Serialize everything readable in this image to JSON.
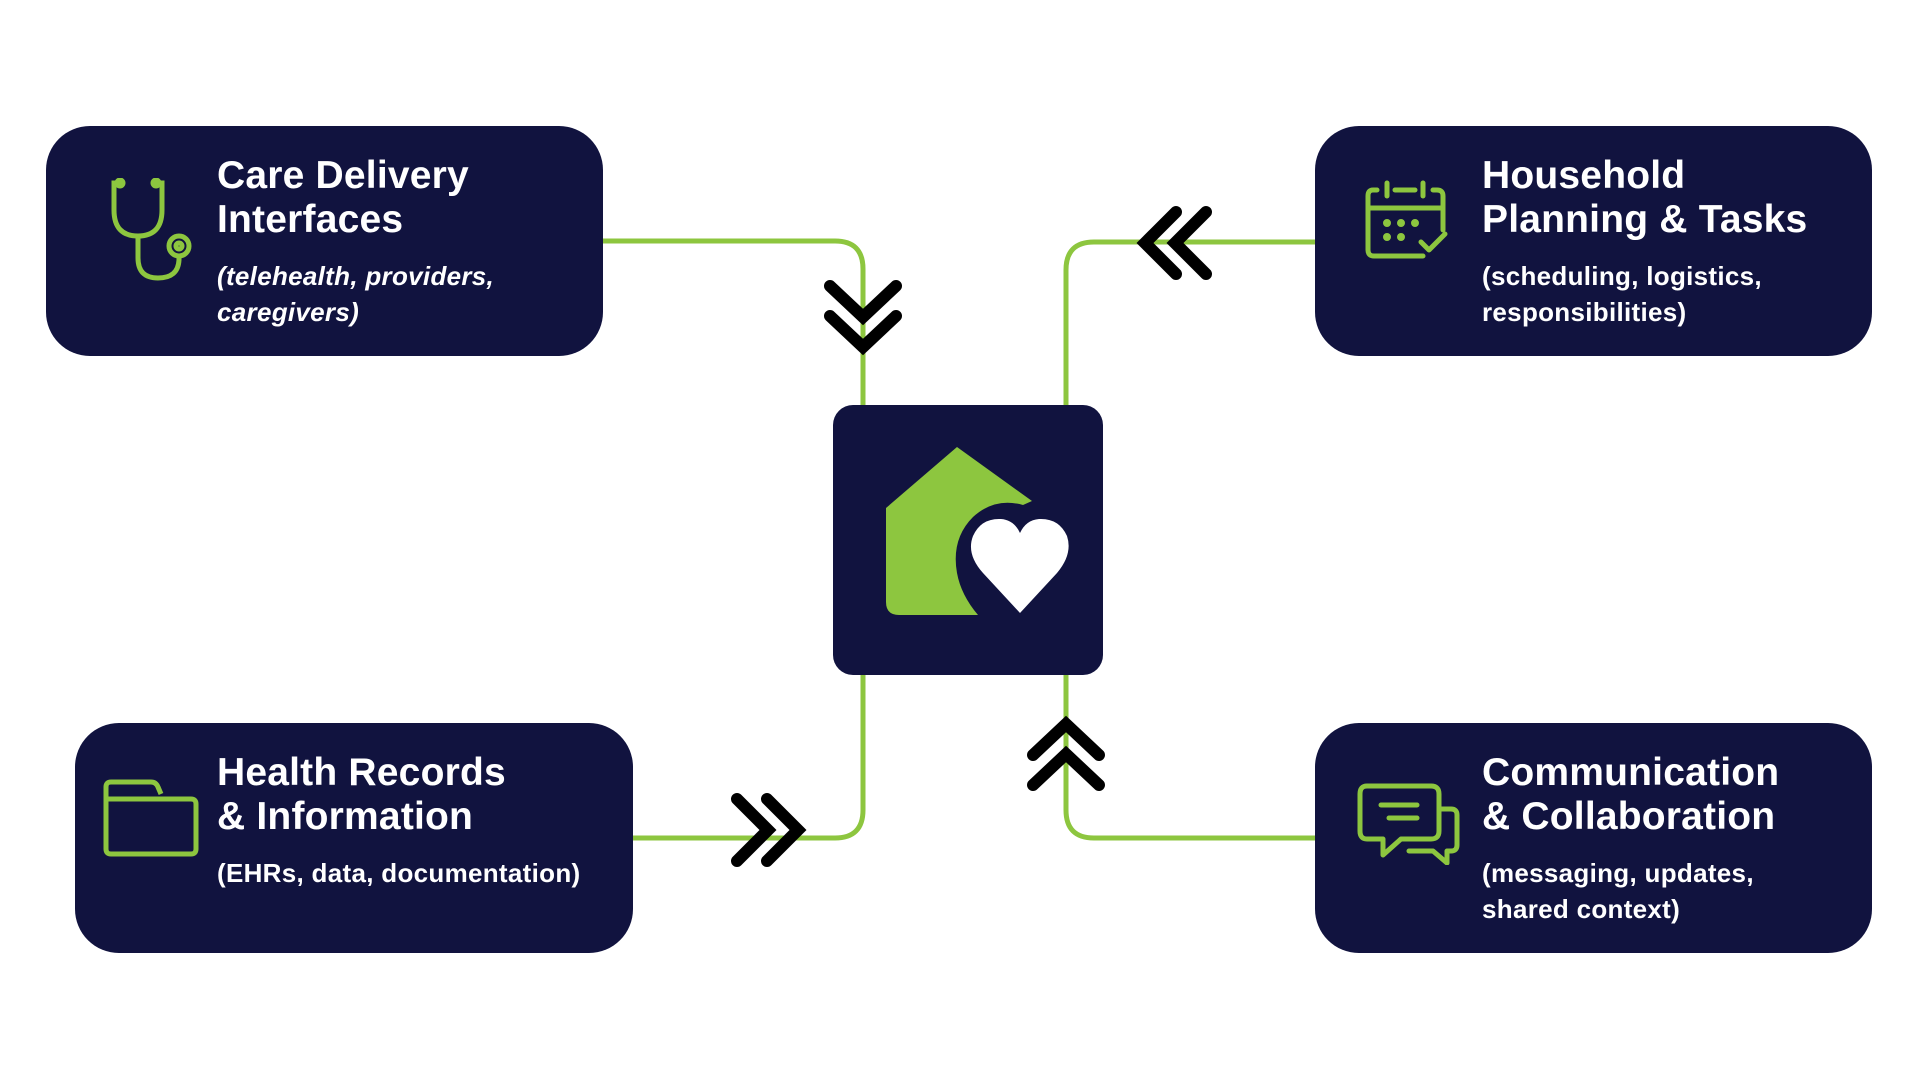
{
  "colors": {
    "card_background": "#11133f",
    "accent_green": "#8dc63f",
    "arrow": "#000000",
    "text": "#ffffff",
    "heart": "#ffffff"
  },
  "hub": {
    "label": "home-heart-logo"
  },
  "cards": {
    "care": {
      "icon": "stethoscope-icon",
      "title_line1": "Care Delivery",
      "title_line2": "Interfaces",
      "subtitle_line1": "(telehealth, providers,",
      "subtitle_line2": "caregivers)",
      "flow": "toward-hub"
    },
    "household": {
      "icon": "calendar-check-icon",
      "title_line1": "Household",
      "title_line2": "Planning & Tasks",
      "subtitle_line1": "(scheduling, logistics,",
      "subtitle_line2": "responsibilities)",
      "flow": "toward-hub"
    },
    "health": {
      "icon": "folder-icon",
      "title_line1": "Health Records",
      "title_line2": "& Information",
      "subtitle_line1": "(EHRs, data, documentation)",
      "flow": "toward-hub"
    },
    "comm": {
      "icon": "chat-bubbles-icon",
      "title_line1": "Communication",
      "title_line2": "& Collaboration",
      "subtitle_line1": "(messaging, updates,",
      "subtitle_line2": "shared context)",
      "flow": "toward-hub"
    }
  }
}
